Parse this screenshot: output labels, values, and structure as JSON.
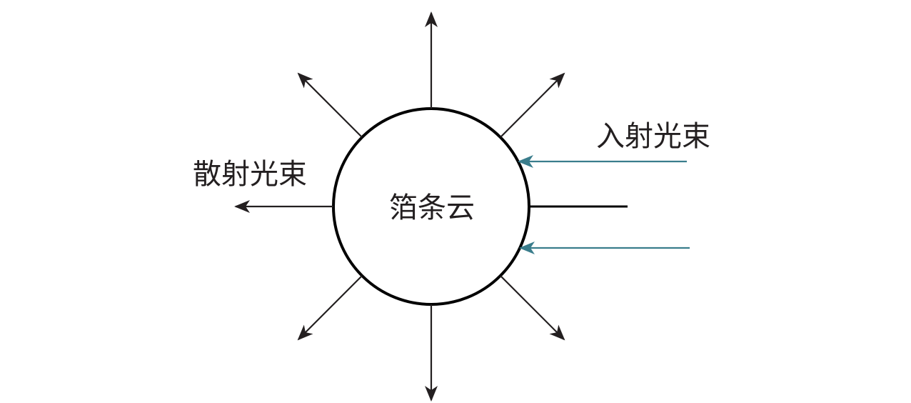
{
  "labels": {
    "center": "箔条云",
    "incident": "入射光束",
    "scattered": "散射光束"
  },
  "colors": {
    "scatter_arrow": "#231f20",
    "incident_arrow": "#3a7d8c",
    "circle_stroke": "#000000",
    "background": "#ffffff"
  }
}
